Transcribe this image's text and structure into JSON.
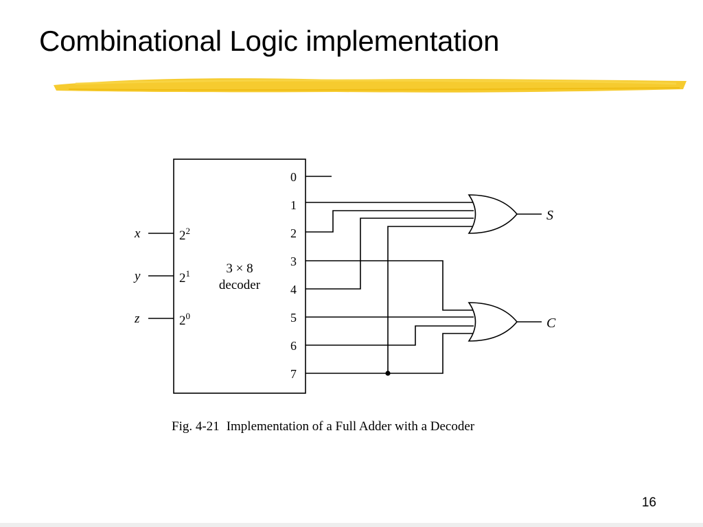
{
  "slide": {
    "title": "Combinational Logic implementation",
    "page_number": "16",
    "highlight_color": "#F5C518"
  },
  "figure": {
    "caption_number": "Fig. 4-21",
    "caption_text": "Implementation of a Full Adder with a Decoder",
    "decoder": {
      "label_line1": "3 × 8",
      "label_line2": "decoder",
      "inputs": [
        {
          "name": "x",
          "label": "2",
          "power": "2"
        },
        {
          "name": "y",
          "label": "2",
          "power": "1"
        },
        {
          "name": "z",
          "label": "2",
          "power": "0"
        }
      ],
      "outputs": [
        "0",
        "1",
        "2",
        "3",
        "4",
        "5",
        "6",
        "7"
      ]
    },
    "gates": [
      {
        "type": "OR",
        "inputs_from": [
          "1",
          "2",
          "4",
          "7"
        ],
        "output": "S"
      },
      {
        "type": "OR",
        "inputs_from": [
          "3",
          "5",
          "6",
          "7"
        ],
        "output": "C"
      }
    ]
  }
}
